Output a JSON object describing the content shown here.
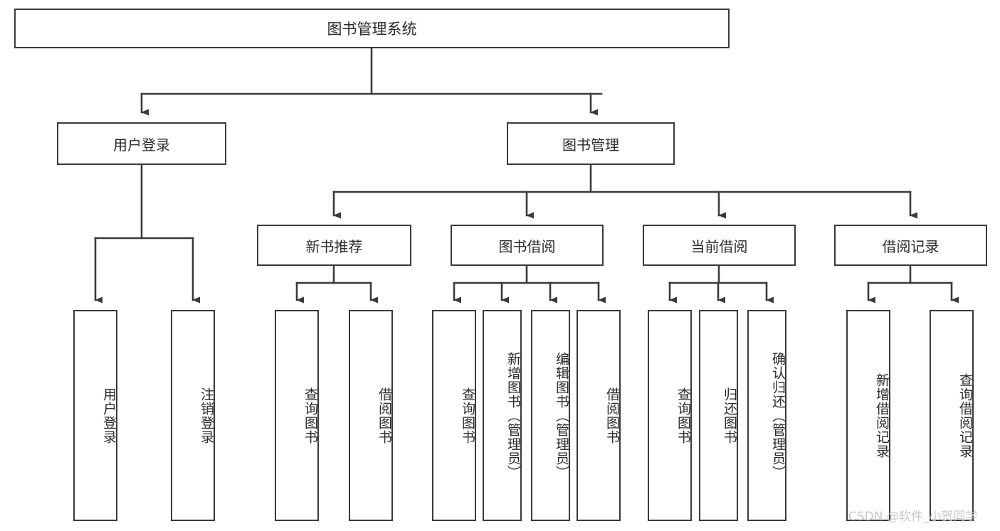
{
  "diagram": {
    "title": "图书管理系统",
    "type": "tree-hierarchy",
    "orientation": "top-down",
    "nodes": {
      "root": {
        "label": "图书管理系统",
        "level": 0
      },
      "l1": [
        {
          "id": "user-login",
          "label": "用户登录",
          "level": 1
        },
        {
          "id": "book-manage",
          "label": "图书管理",
          "level": 1
        }
      ],
      "l2": [
        {
          "id": "new-book-rec",
          "label": "新书推荐",
          "level": 2,
          "parent": "book-manage"
        },
        {
          "id": "book-borrow",
          "label": "图书借阅",
          "level": 2,
          "parent": "book-manage"
        },
        {
          "id": "current-borrow",
          "label": "当前借阅",
          "level": 2,
          "parent": "book-manage"
        },
        {
          "id": "borrow-record",
          "label": "借阅记录",
          "level": 2,
          "parent": "book-manage"
        }
      ],
      "leaves": [
        {
          "id": "leaf-user-login",
          "label": "用户登录",
          "parent": "user-login"
        },
        {
          "id": "leaf-logout-login",
          "label": "注销登录",
          "parent": "user-login"
        },
        {
          "id": "leaf-query-book-1",
          "label": "查询图书",
          "parent": "new-book-rec"
        },
        {
          "id": "leaf-borrow-book-1",
          "label": "借阅图书",
          "parent": "new-book-rec"
        },
        {
          "id": "leaf-query-book-2",
          "label": "查询图书",
          "parent": "book-borrow"
        },
        {
          "id": "leaf-add-book",
          "label": "新增图书（管理员）",
          "parent": "book-borrow"
        },
        {
          "id": "leaf-edit-book",
          "label": "编辑图书（管理员）",
          "parent": "book-borrow"
        },
        {
          "id": "leaf-borrow-book-2",
          "label": "借阅图书",
          "parent": "book-borrow"
        },
        {
          "id": "leaf-query-book-3",
          "label": "查询图书",
          "parent": "current-borrow"
        },
        {
          "id": "leaf-return-book",
          "label": "归还图书",
          "parent": "current-borrow"
        },
        {
          "id": "leaf-confirm-return",
          "label": "确认归还（管理员）",
          "parent": "current-borrow"
        },
        {
          "id": "leaf-add-record",
          "label": "新增借阅记录",
          "parent": "borrow-record"
        },
        {
          "id": "leaf-query-record",
          "label": "查询借阅记录",
          "parent": "borrow-record"
        }
      ]
    },
    "colors": {
      "stroke": "#3a3a3a",
      "fill": "#ffffff",
      "text": "#2b2b2b",
      "watermark": "#c9c9c9"
    }
  },
  "watermark": {
    "text": "CSDN @软件_小贺同学"
  }
}
